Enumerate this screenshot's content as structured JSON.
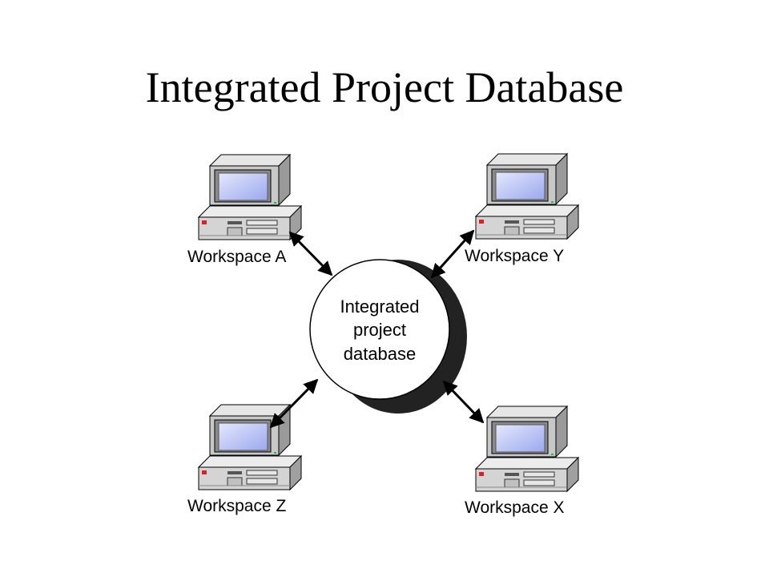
{
  "title": "Integrated Project Database",
  "center_node": {
    "lines": [
      "Integrated",
      "project",
      "database"
    ]
  },
  "workspaces": {
    "a": "Workspace A",
    "y": "Workspace Y",
    "z": "Workspace Z",
    "x": "Workspace X"
  },
  "colors": {
    "screen": "#b8c4f4",
    "casing": "#d4d4d4",
    "shadow": "#202020",
    "led": "#e02020"
  },
  "icons": {
    "workstation": "desktop-computer-icon",
    "connector": "double-headed-arrow"
  }
}
